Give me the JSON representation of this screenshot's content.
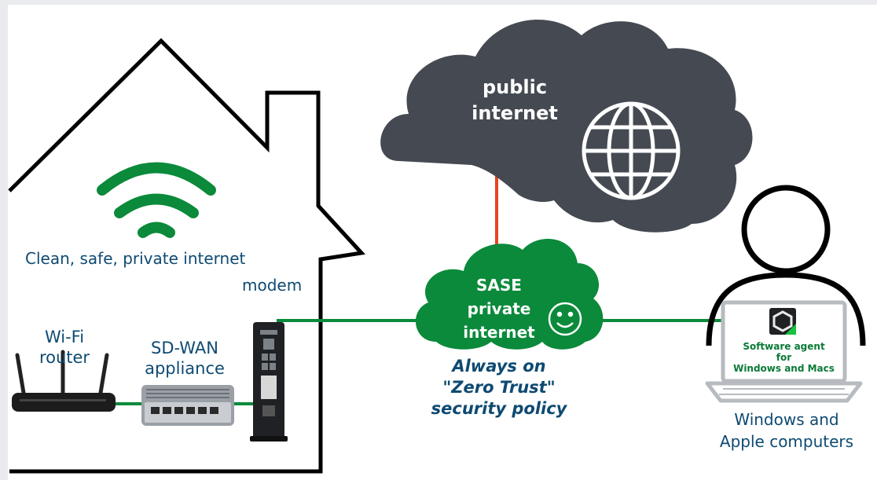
{
  "cloud_public": {
    "line1": "public",
    "line2": "internet"
  },
  "cloud_sase": {
    "line1": "SASE",
    "line2": "private",
    "line3": "internet"
  },
  "wifi_caption": "Clean, safe, private  internet",
  "modem_label": "modem",
  "router_label": {
    "line1": "Wi-Fi",
    "line2": "router"
  },
  "sdwan_label": {
    "line1": "SD-WAN",
    "line2": "appliance"
  },
  "policy": {
    "line1": "Always on",
    "line2": "\"Zero Trust\"",
    "line3": "security policy"
  },
  "agent": {
    "line1": "Software agent",
    "line2": "for",
    "line3": "Windows and Macs"
  },
  "computers_label": {
    "line1": "Windows and",
    "line2": "Apple computers"
  },
  "colors": {
    "dark_blue": "#0e4a72",
    "green": "#0a8a3a",
    "cloud_gray": "#454a52",
    "red_line": "#e8431f"
  }
}
